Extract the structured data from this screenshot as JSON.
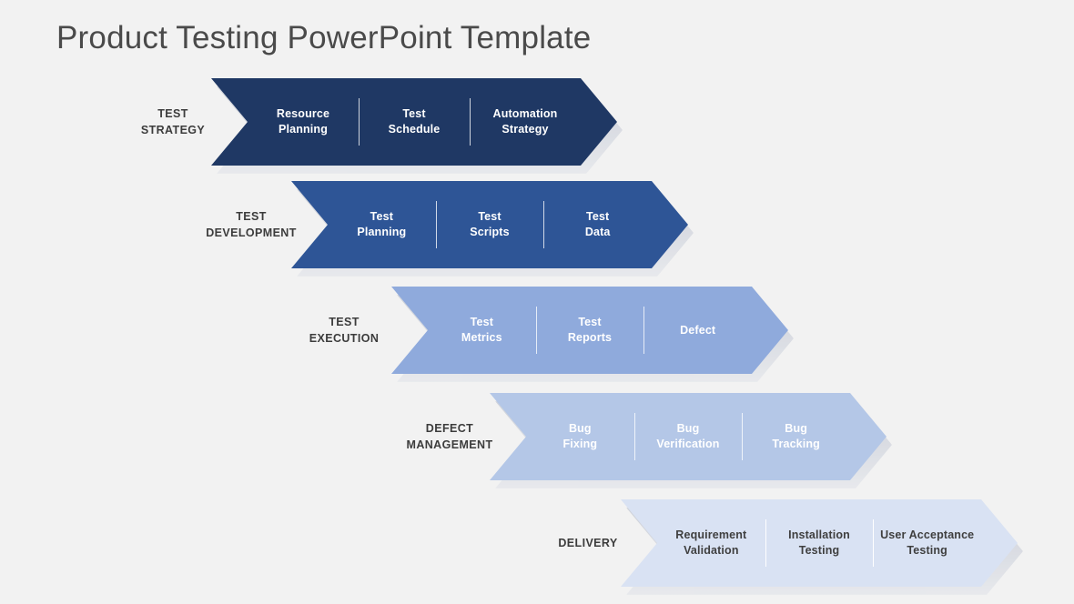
{
  "slide": {
    "title": "Product Testing PowerPoint Template",
    "background_color": "#f2f2f2",
    "title_color": "#4a4a4a"
  },
  "chart_data": {
    "type": "diagram",
    "diagram_type": "staggered-chevron-process",
    "title": "Product Testing PowerPoint Template",
    "stage_count": 5,
    "items_per_stage": 3,
    "stages": [
      {
        "label": "TEST\nSTRATEGY",
        "fill_color": "#1f3864",
        "text_color": "#ffffff",
        "items": [
          "Resource\nPlanning",
          "Test\nSchedule",
          "Automation\nStrategy"
        ]
      },
      {
        "label": "TEST\nDEVELOPMENT",
        "fill_color": "#2e5596",
        "text_color": "#ffffff",
        "items": [
          "Test\nPlanning",
          "Test\nScripts",
          "Test\nData"
        ]
      },
      {
        "label": "TEST\nEXECUTION",
        "fill_color": "#8faadc",
        "text_color": "#ffffff",
        "items": [
          "Test\nMetrics",
          "Test\nReports",
          "Defect"
        ]
      },
      {
        "label": "DEFECT\nMANAGEMENT",
        "fill_color": "#b4c7e7",
        "text_color": "#ffffff",
        "items": [
          "Bug\nFixing",
          "Bug\nVerification",
          "Bug\nTracking"
        ]
      },
      {
        "label": "DELIVERY",
        "fill_color": "#d9e2f3",
        "text_color": "#3f3f3f",
        "items": [
          "Requirement\nValidation",
          "Installation\nTesting",
          "User Acceptance\nTesting"
        ]
      }
    ]
  }
}
